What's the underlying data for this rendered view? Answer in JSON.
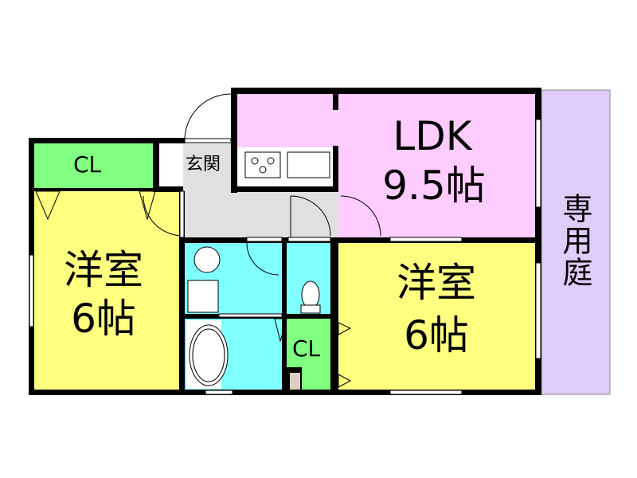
{
  "rooms": {
    "cl_left": {
      "label": "CL"
    },
    "entrance": {
      "label": "玄関"
    },
    "ldk": {
      "name": "LDK",
      "size": "9.5帖"
    },
    "garden": {
      "label": "専用庭"
    },
    "western_left": {
      "name": "洋室",
      "size": "6帖"
    },
    "western_right": {
      "name": "洋室",
      "size": "6帖"
    },
    "cl_small": {
      "label": "CL"
    }
  },
  "colors": {
    "western": "#ffff80",
    "ldk": "#ffccff",
    "closet": "#80ff80",
    "wet": "#80ffff",
    "garden": "#e0ccf8",
    "hall": "#e0e0e0"
  }
}
